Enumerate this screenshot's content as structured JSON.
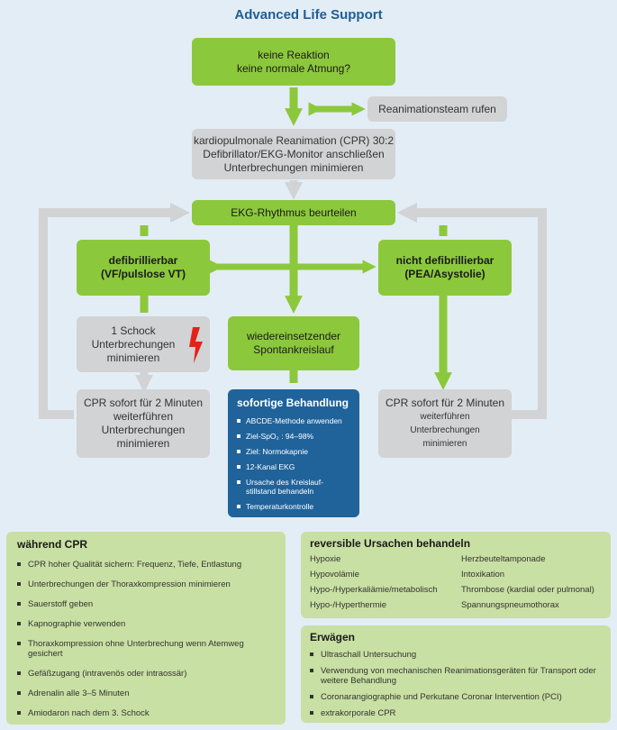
{
  "title": "Advanced Life Support",
  "nodes": {
    "no_response": [
      "keine Reaktion",
      "keine normale Atmung?"
    ],
    "call_team": "Reanimationsteam rufen",
    "cpr": [
      "kardiopulmonale Reanimation (CPR) 30:2",
      "Defibrillator/EKG-Monitor anschließen",
      "Unterbrechungen minimieren"
    ],
    "assess_rhythm": "EKG-Rhythmus beurteilen",
    "shockable": [
      "defibrillierbar",
      "(VF/pulslose VT)"
    ],
    "non_shockable": [
      "nicht defibrillierbar",
      "(PEA/Asystolie)"
    ],
    "shock": [
      "1 Schock",
      "Unterbrechungen",
      "minimieren"
    ],
    "rosc": [
      "wiedereinsetzender",
      "Spontankreislauf"
    ],
    "cpr_left": [
      "CPR sofort für 2 Minuten",
      "weiterführen",
      "Unterbrechungen",
      "minimieren"
    ],
    "cpr_right": [
      "CPR sofort für 2 Minuten",
      "weiterführen",
      "Unterbrechungen",
      "minimieren"
    ]
  },
  "immediate": {
    "heading": "sofortige Behandlung",
    "items": [
      "ABCDE-Methode anwenden",
      "Ziel-SpO₂ : 94–98%",
      "Ziel: Normokapnie",
      "12-Kanal EKG",
      "Ursache des Kreislauf-stillstand behandeln",
      "Temperaturkontrolle"
    ]
  },
  "during_cpr": {
    "heading": "während CPR",
    "items": [
      "CPR hoher Qualität sichern: Frequenz, Tiefe, Entlastung",
      "Unterbrechungen der Thoraxkompression minimieren",
      "Sauerstoff geben",
      "Kapnographie verwenden",
      "Thoraxkompression ohne Unterbrechung wenn Atemweg gesichert",
      "Gefäßzugang (intravenös oder intraossär)",
      "Adrenalin alle 3–5 Minuten",
      "Amiodaron nach dem 3. Schock"
    ]
  },
  "reversible": {
    "heading": "reversible Ursachen behandeln",
    "left": [
      "Hypoxie",
      "Hypovolämie",
      "Hypo-/Hyperkaliämie/metabolisch",
      "Hypo-/Hyperthermie"
    ],
    "right": [
      "Herzbeuteltamponade",
      "Intoxikation",
      "Thrombose (kardial oder pulmonal)",
      "Spannungspneumothorax"
    ]
  },
  "consider": {
    "heading": "Erwägen",
    "items": [
      "Ultraschall Untersuchung",
      "Verwendung von mechanischen Reanimationsgeräten für Transport oder weitere Behandlung",
      "Coronarangiographie und Perkutane Coronar Intervention (PCI)",
      "extrakorporale CPR"
    ]
  },
  "colors": {
    "green": "#8cc83c",
    "gray": "#d1d3d4",
    "blue": "#20639b",
    "panel": "#c8e0a3",
    "title": "#1f5d96",
    "lightning": "#e3231b"
  }
}
